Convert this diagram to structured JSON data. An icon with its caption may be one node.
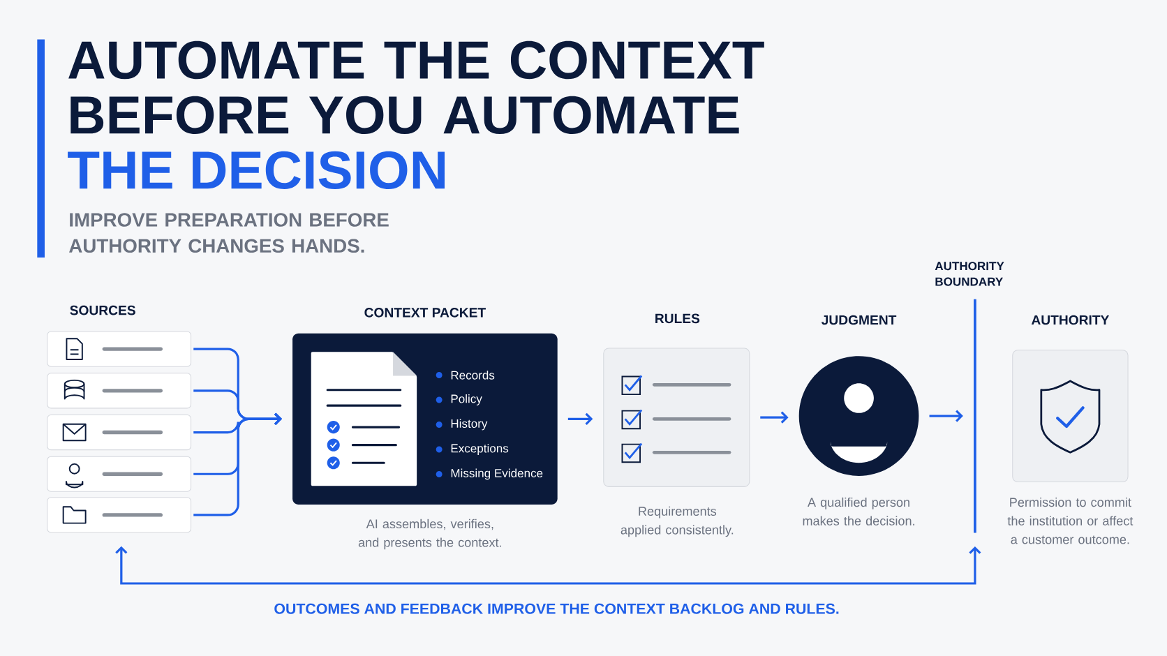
{
  "diagram": {
    "title": "AUTOMATE THE CONTEXT BEFORE YOU AUTOMATE",
    "nodes": [
      {
        "text": [],
        "shape": "box"
      },
      {
        "text": [],
        "shape": "box"
      },
      {
        "text": [],
        "shape": "box"
      },
      {
        "text": [],
        "shape": "box"
      },
      {
        "text": [],
        "shape": "box"
      },
      {
        "text": [
          "CONTEXT PACKET",
          "Records",
          "Policy",
          "History",
          "Exceptions",
          "Missing Evidence"
        ],
        "beside": [
          "AI assembles, verifies, and presents the context."
        ]
      },
      {
        "text": [
          "RULES"
        ],
        "beside": [
          "Requirements applied consistently."
        ]
      },
      {
        "text": [
          "JUDGMENT"
        ],
        "beside": [
          "A qualified person makes the decision."
        ]
      },
      {
        "text": [
          "AUTHORITY BOUNDARY"
        ]
      },
      {
        "text": [
          "AUTHORITY"
        ],
        "beside": [
          "Permission to commit the institution or affect a customer outcome."
        ]
      }
    ],
    "edges": [
      {
        "from": 0,
        "to": 5,
        "arrow": "to"
      },
      {
        "from": 1,
        "to": 5,
        "arrow": "to"
      },
      {
        "from": 2,
        "to": 5,
        "arrow": "to"
      },
      {
        "from": 3,
        "to": 5,
        "arrow": "to"
      },
      {
        "from": 4,
        "to": 5,
        "arrow": "to"
      },
      {
        "from": 5,
        "to": 6,
        "arrow": "to"
      },
      {
        "from": 6,
        "to": 7,
        "arrow": "to"
      },
      {
        "from": 7,
        "to": 8,
        "arrow": "to"
      },
      {
        "from": 8,
        "to": 4,
        "arrow": "both",
        "label": "OUTCOMES AND FEEDBACK IMPROVE THE CONTEXT BACKLOG AND RULES."
      }
    ],
    "labels": [
      "THE DECISION",
      "IMPROVE PREPARATION BEFORE AUTHORITY CHANGES HANDS.",
      "SOURCES"
    ]
  }
}
